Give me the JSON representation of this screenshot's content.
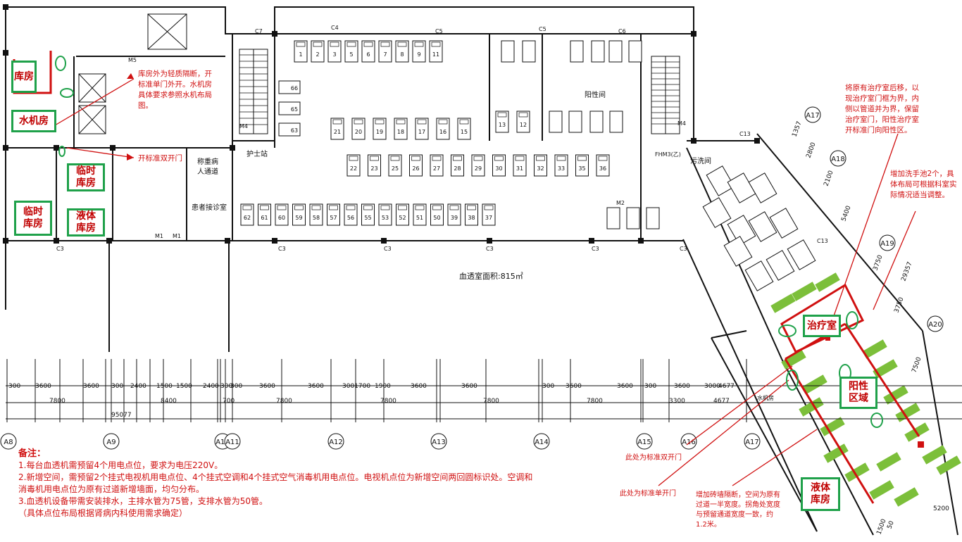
{
  "labels": {
    "storage_top": "库房",
    "machine_room": "水机房",
    "temp_storage_right": "临时\n库房",
    "temp_storage_left": "临时\n库房",
    "liquid_storage_left": "液体\n库房",
    "treatment_room": "治疗室",
    "positive_area": "阳性\n区域",
    "liquid_storage_right": "液体\n库房",
    "nurse_station": "护士站",
    "weigh_passage": "称重病\n人通道",
    "reception": "患者接诊室",
    "positive_room": "阳性间",
    "dirty_wash": "污洗间",
    "area_text": "血透室面积:815㎡",
    "water_machine_small": "水机房"
  },
  "annotations": {
    "storage_note": "库房外为轻质隔断，开标准单门外开。水机房具体要求参照水机布局图。",
    "double_door_note": "开标准双开门",
    "treatment_move_note": "将原有治疗室后移，以现治疗室门框为界，内侧以管道并为界，保留治疗室门，阳性治疗室开标准门向阳性区。",
    "sink_note": "增加洗手池2个，具体布局可根据科室实际情况适当调整。",
    "std_double_door": "此处为标准双开门",
    "std_single_door": "此处为标准单开门",
    "brick_wall_note": "增加砖墙隔断，空间为原有过道一半宽度。拐角处宽度与预留通道宽度一致，约1.2米。"
  },
  "remarks": {
    "title": "备注：",
    "line1": "1.每台血透机需预留4个用电点位，要求为电压220V。",
    "line2": "2.新增空间，需预留2个挂式电视机用电点位、4个挂式空调和4个挂式空气消毒机用电点位。电视机点位为新增空间两回圆标识处。空调和消毒机用电点位为原有过道新增墙面，均匀分布。",
    "line3": "3.血透机设备带需安装排水，主排水管为75管，支排水管为50管。",
    "line4": "（具体点位布局根据肾病内科使用需求确定）"
  },
  "dimensions": {
    "top_row": [
      "300",
      "3600",
      "3600",
      "300",
      "2400",
      "1500",
      "1500",
      "2400",
      "300",
      "300",
      "3600",
      "3600",
      "3001700",
      "1900",
      "3600",
      "3600",
      "300",
      "3600",
      "3600",
      "300",
      "3600",
      "3000",
      "4677"
    ],
    "second_row": [
      "7800",
      "8400",
      "700",
      "7800",
      "7800",
      "7800",
      "7800",
      "3300",
      "4677"
    ],
    "total": "95077",
    "right_dims": [
      "1357",
      "2800",
      "2100",
      "5400",
      "3750",
      "3750",
      "29357",
      "7500",
      "5200",
      "1500",
      "50"
    ]
  },
  "axes": [
    "A8",
    "A9",
    "A10",
    "A11",
    "A12",
    "A13",
    "A14",
    "A15",
    "A16",
    "A17",
    "A17",
    "A18",
    "A19",
    "A20"
  ],
  "columns": [
    "C3",
    "C3",
    "C3",
    "C3",
    "C3",
    "C3",
    "C4",
    "C5",
    "C5",
    "C6",
    "C7",
    "C13",
    "C13",
    "M1",
    "M1",
    "M2",
    "M4",
    "M4",
    "M5",
    "FHM3(乙)"
  ],
  "beds": {
    "row1": [
      "1",
      "2",
      "3",
      "5",
      "6",
      "7",
      "8",
      "9",
      "11"
    ],
    "row_left": [
      "66",
      "65",
      "63"
    ],
    "row2": [
      "21",
      "20",
      "19",
      "18",
      "17",
      "16",
      "15"
    ],
    "row_pos": [
      "13",
      "12"
    ],
    "row3": [
      "22",
      "23",
      "25",
      "26",
      "27",
      "28",
      "29",
      "30",
      "31",
      "32",
      "33",
      "35",
      "36"
    ],
    "row4": [
      "62",
      "61",
      "60",
      "59",
      "58",
      "57",
      "56",
      "55",
      "53",
      "52",
      "51",
      "50",
      "39",
      "38",
      "37"
    ]
  },
  "colors": {
    "red": "#d01010",
    "green": "#1fa14a",
    "bed_green": "#7cbf3a",
    "line": "#111111"
  }
}
